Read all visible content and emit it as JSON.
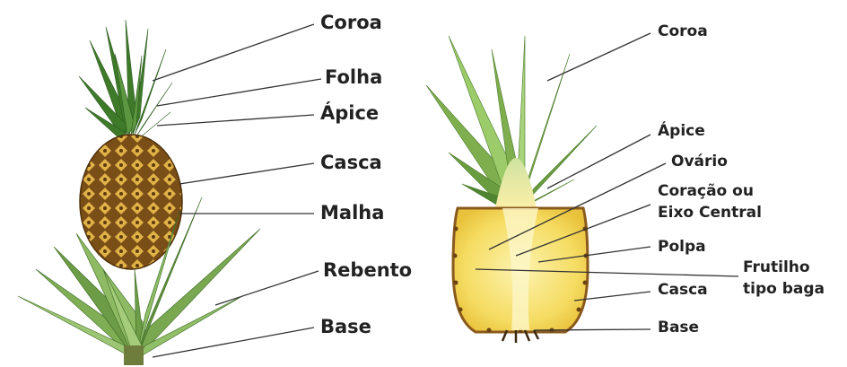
{
  "left_figure": {
    "labels": {
      "coroa": "Coroa",
      "folha": "Folha",
      "apice": "Ápice",
      "casca": "Casca",
      "malha": "Malha",
      "rebento": "Rebento",
      "base": "Base"
    }
  },
  "right_figure": {
    "labels": {
      "coroa": "Coroa",
      "apice": "Ápice",
      "ovario": "Ovário",
      "coracao_line1": "Coração ou",
      "coracao_line2": "Eixo Central",
      "polpa": "Polpa",
      "frutilho_line1": "Frutilho",
      "frutilho_line2": "tipo baga",
      "casca": "Casca",
      "base": "Base"
    }
  },
  "colors": {
    "leaf_dark": "#2f6b22",
    "leaf_mid": "#4f8a34",
    "leaf_light": "#9cc872",
    "fruit_brown": "#8a5a1c",
    "fruit_gold": "#d8a93b",
    "flesh_yellow": "#f4de6a",
    "flesh_light": "#fbef9f",
    "line": "#333333",
    "label": "#222222"
  }
}
